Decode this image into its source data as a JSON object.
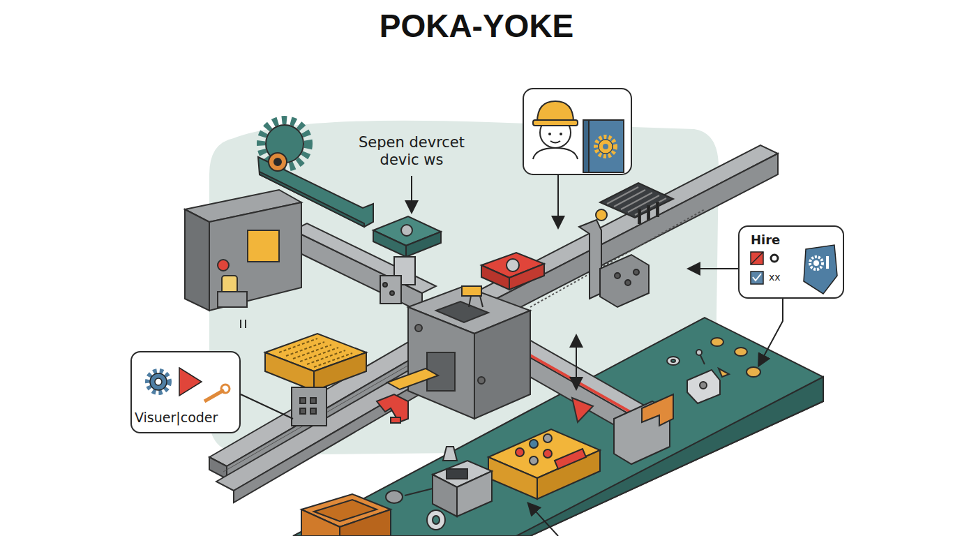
{
  "diagram": {
    "title": "POKA-YOKE",
    "nodes": [
      {
        "text": [
          "Hire",
          "xx"
        ]
      },
      {
        "text": [
          "Visuer|coder"
        ]
      }
    ],
    "labels": [
      "Sepen devrcet devic ws"
    ]
  }
}
